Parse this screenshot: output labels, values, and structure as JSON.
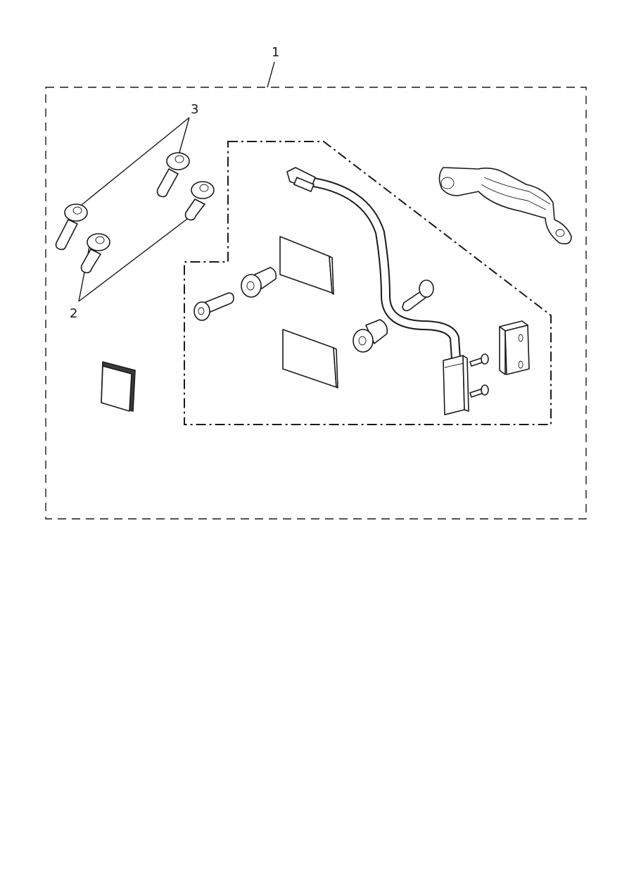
{
  "callouts": {
    "kit": "1",
    "screws_lower": "2",
    "screws_upper": "3"
  }
}
